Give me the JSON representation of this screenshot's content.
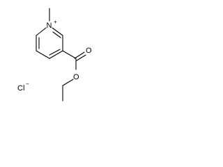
{
  "molecule": {
    "nitrogen": "N",
    "nitrogen_charge": "+",
    "carbonyl_oxygen": "O",
    "ester_oxygen": "O",
    "counterion": "Cl",
    "counterion_charge": "−"
  }
}
